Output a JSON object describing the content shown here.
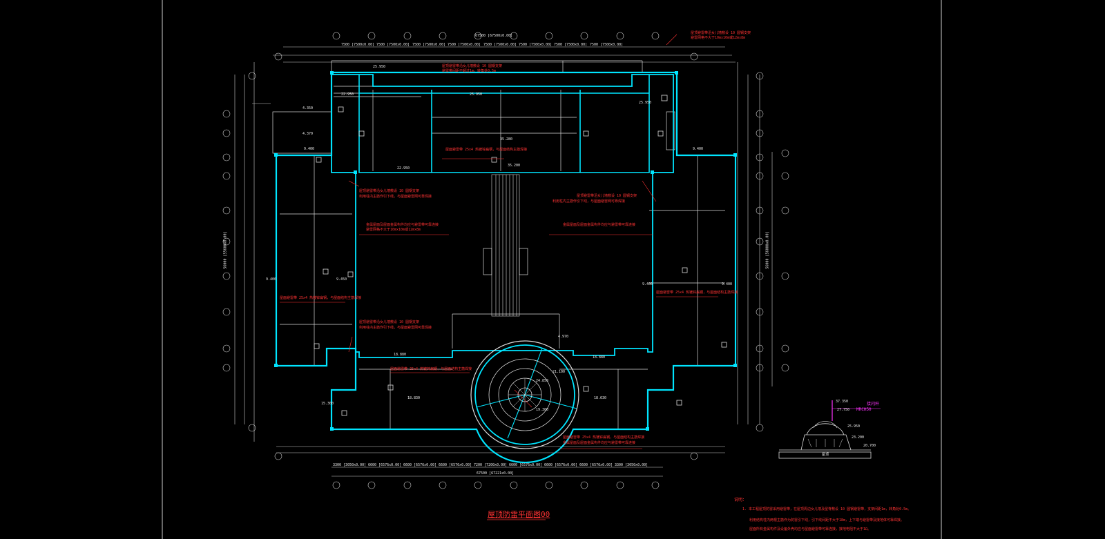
{
  "drawing": {
    "title": "屋顶防雷平面图00",
    "colors": {
      "background": "#000000",
      "wall_outline": "#00e5ff",
      "linework": "#dcdcdc",
      "annotation": "#ff3333",
      "dimension": "#e8e8e8",
      "marker": "#ff33ff"
    },
    "dimensions": {
      "top_total": "67500 [67500x0.00]",
      "top_spans": [
        "7500 [7500x0.00]",
        "7500 [7500x0.00]",
        "7500 [7500x0.00]",
        "7500 [7500x0.00]",
        "7500 [7500x0.00]",
        "7500 [7500x0.00]",
        "7500 [7500x0.00]",
        "7500 [7500x0.00]"
      ],
      "bottom_total": "67500 [67221x0.00]",
      "bottom_spans": [
        "3300 [3050x0.00]",
        "6600 [6576x0.00]",
        "6600 [6576x0.00]",
        "6600 [6576x0.00]",
        "7200 [7200x0.00]",
        "6600 [6576x0.00]",
        "6600 [6576x0.00]",
        "6600 [6576x0.00]",
        "3300 [3050x0.00]"
      ],
      "left_total": "56000 [55600x0.00]",
      "right_total": "56000 [56000x0.00]"
    },
    "elevations": [
      "25.950",
      "22.950",
      "25.950",
      "25.950",
      "4.350",
      "4.370",
      "9.400",
      "9.400",
      "35.280",
      "35.200",
      "22.950",
      "9.400",
      "9.450",
      "9.400",
      "9.400",
      "4.970",
      "18.880",
      "18.880",
      "18.830",
      "18.630",
      "19.300",
      "15.300",
      "21.100",
      "24.850"
    ],
    "annotations": [
      "屋顶避雷带沿女儿墙敷设 10 圆钢支架",
      "避雷带间距不超过1m，转角处0.5m",
      "避雷网格不大于10mx10m或12mx8m",
      "屋面避雷带 25x4 热镀锌扁钢，与屋面结构主筋焊接",
      "利用柱内主筋作引下线，与屋面避雷网可靠焊接",
      "金属屋面及屋面金属构件均应与避雷带可靠连接"
    ],
    "detail": {
      "label": "MRCH50",
      "tag": "接闪杆",
      "elevations": [
        "37.350",
        "27.750",
        "25.950",
        "23.200",
        "20.700"
      ],
      "base_label": "屋顶"
    },
    "notes": {
      "heading": "说明：",
      "lines": [
        "1. 本工程屋顶防雷采用避雷带，在屋顶周边女儿墙及屋脊敷设 10 圆钢避雷带，支架间距1m，转角处0.5m。",
        "利用结构柱内两根主筋作为防雷引下线，引下线间距不大于18m，上下端与避雷带及接地体可靠焊接。",
        "屋面所有金属构件及设备外壳均应与屋面避雷带可靠连接，接地电阻不大于1Ω。"
      ]
    }
  }
}
